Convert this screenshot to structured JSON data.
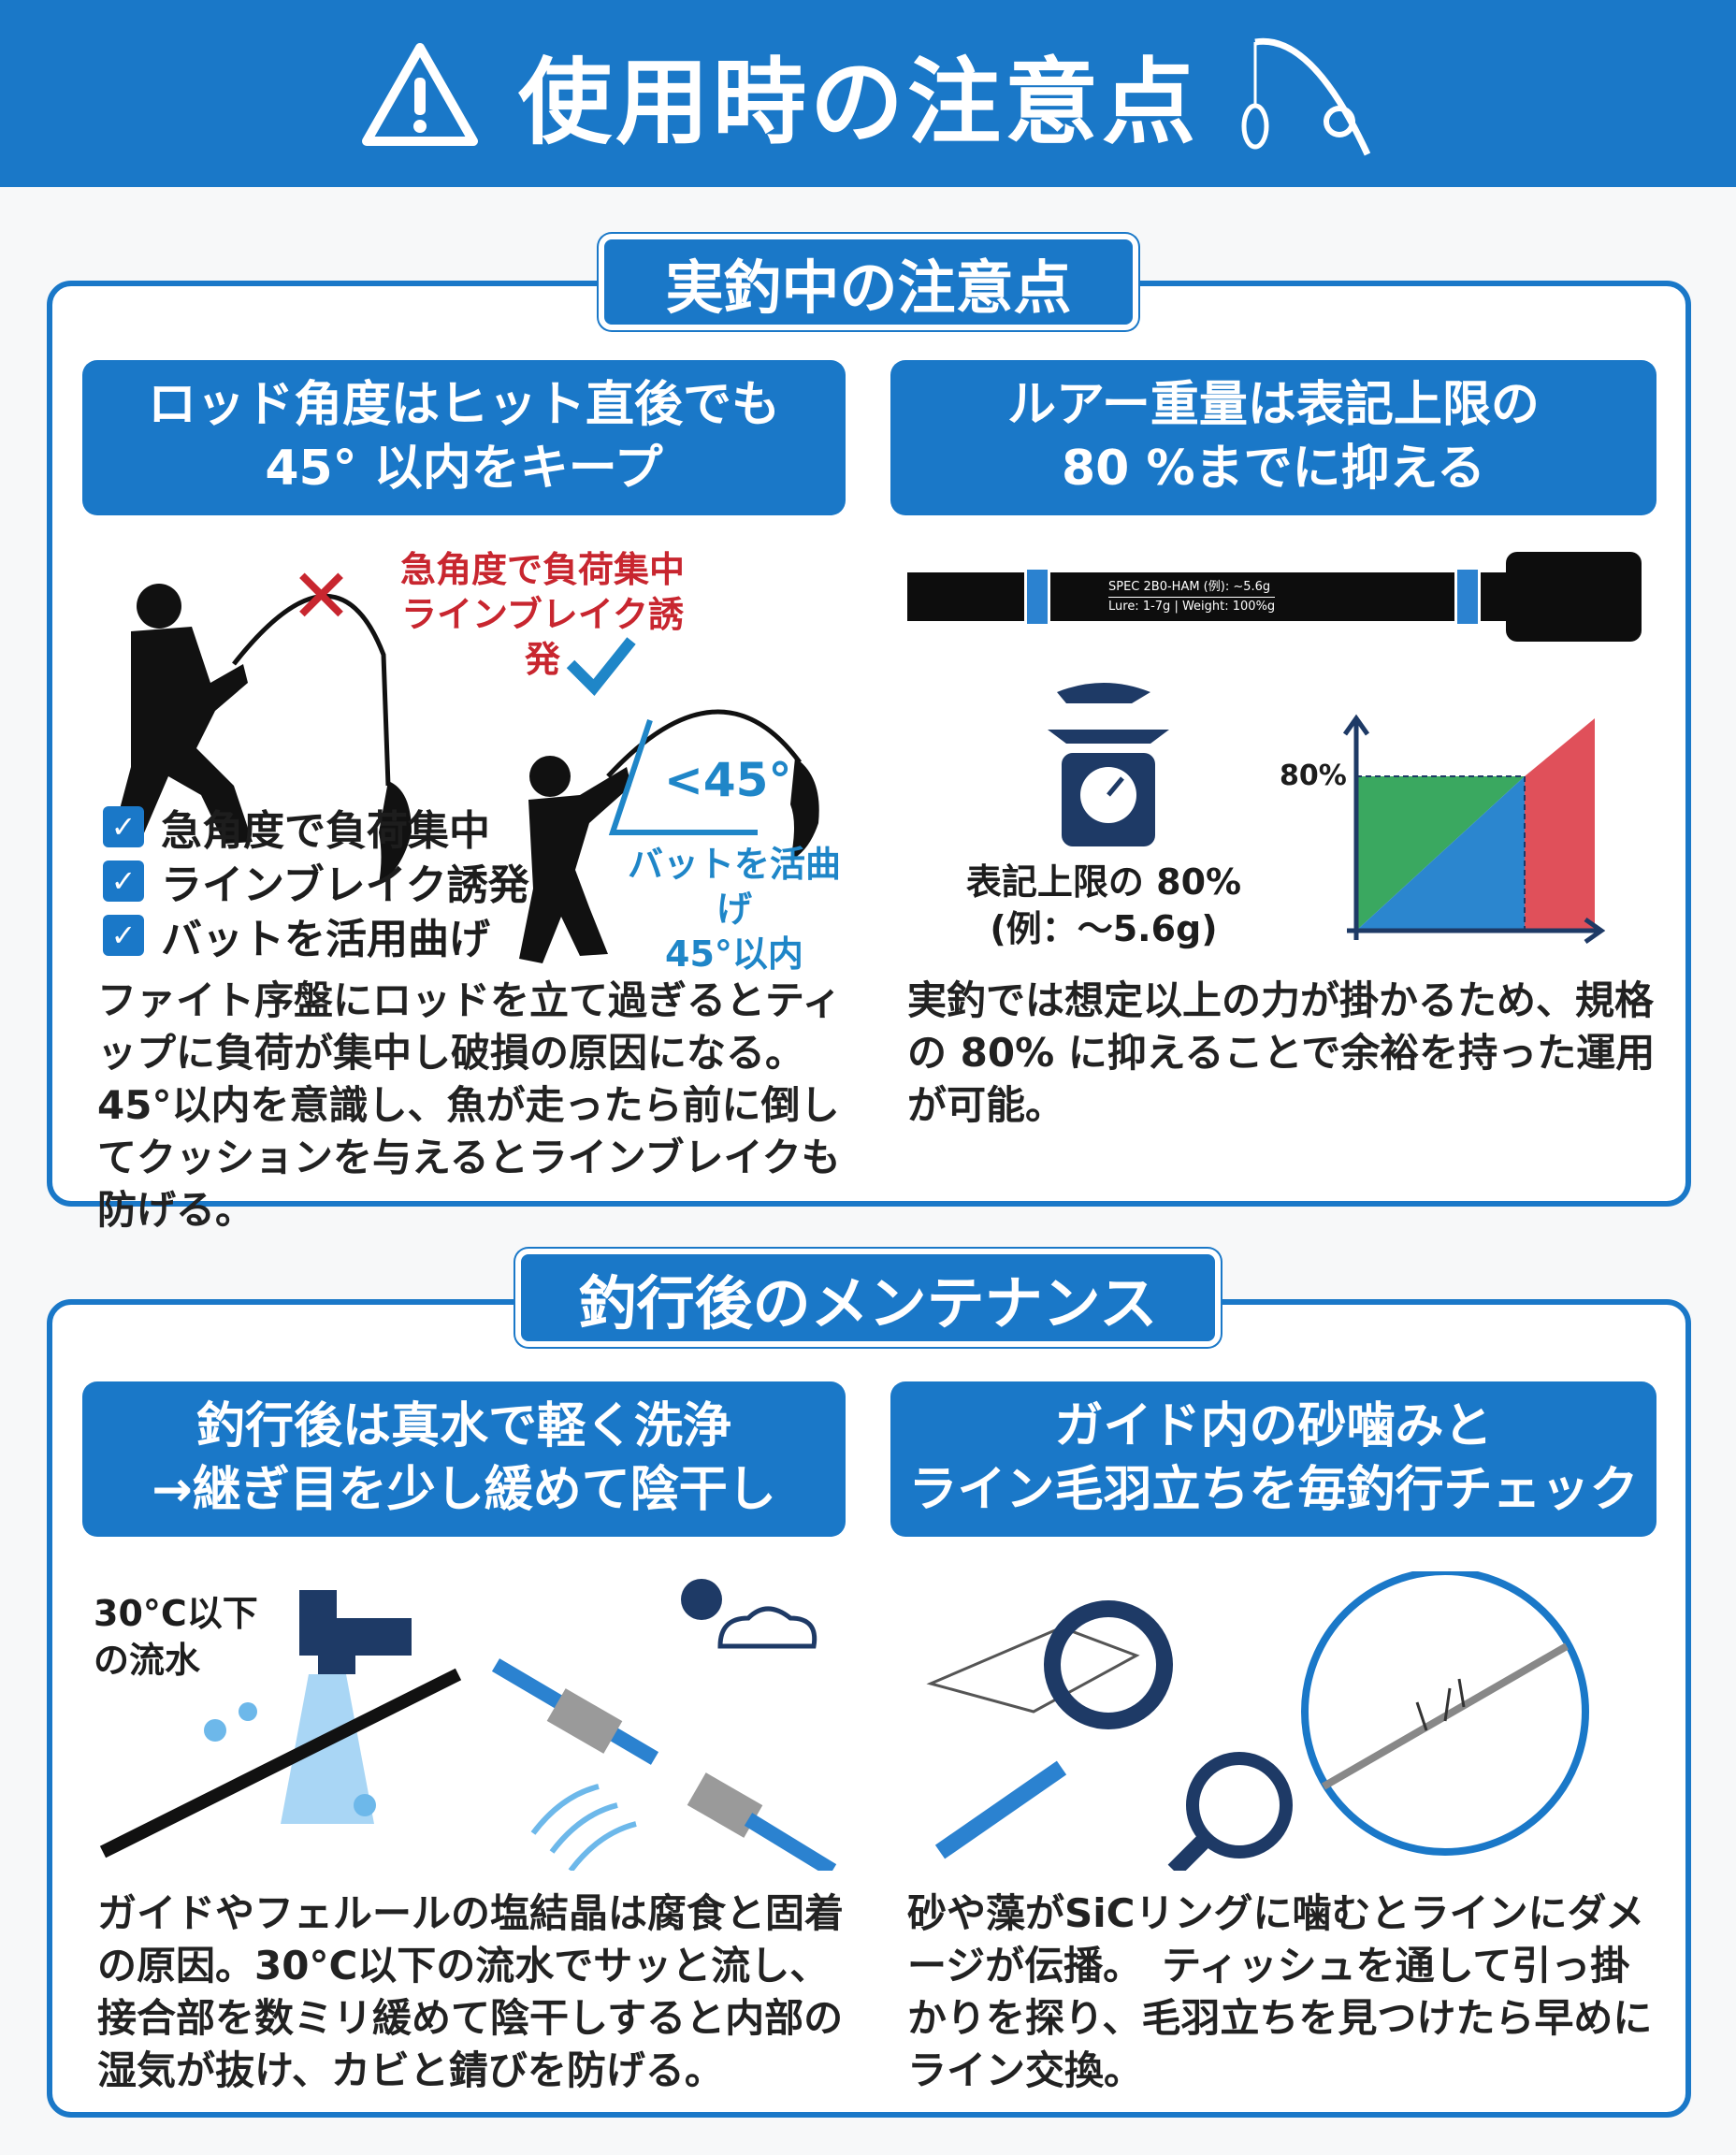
{
  "header": {
    "title": "使用時の注意点",
    "icons": [
      "warning-triangle-icon",
      "fishing-rod-icon"
    ]
  },
  "section1": {
    "title": "実釣中の注意点",
    "left": {
      "heading": "ロッド角度はヒット直後でも\n45° 以内をキープ",
      "bad_label": "急角度で負荷集中\nラインブレイク誘発",
      "angle_label": "<45°",
      "good_label": "バットを活曲げ\n45°以内",
      "checklist": [
        "急角度で負荷集中",
        "ラインブレイク誘発",
        "バットを活用曲げ"
      ],
      "body": "ファイト序盤にロッドを立て過ぎるとティップに負荷が集中し破損の原因になる。45°以内を意識し、魚が走ったら前に倒してクッションを与えるとラインブレイクも防げる。"
    },
    "right": {
      "heading": "ルアー重量は表記上限の\n80 %までに抑える",
      "rod_spec_line1": "SPEC 2B0-HAM (例): ~5.6g",
      "rod_spec_line2": "Lure: 1-7g | Weight: 100%g",
      "scale_label": "表記上限の 80%",
      "scale_example": "(例：～5.6g)",
      "chart_label": "80%",
      "body": "実釣では想定以上の力が掛かるため、規格の 80% に抑えることで余裕を持った運用が可能。"
    }
  },
  "section2": {
    "title": "釣行後のメンテナンス",
    "left": {
      "heading": "釣行後は真水で軽く洗浄\n→継ぎ目を少し緩めて陰干し",
      "water_label": "30°C以下\nの流水",
      "body": "ガイドやフェルールの塩結晶は腐食と固着の原因。30°C以下の流水でサッと流し、接合部を数ミリ緩めて陰干しすると内部の湿気が抜け、カビと錆びを防げる。"
    },
    "right": {
      "heading": "ガイド内の砂噛みと\nライン毛羽立ちを毎釣行チェック",
      "body": "砂や藻がSiCリングに噛むとラインにダメージが伝播。　ティッシュを通して引っ掛かりを探り、毛羽立ちを見つけたら早めにライン交換。"
    }
  },
  "colors": {
    "primary": "#1a78c8",
    "warning": "#c8262f",
    "green": "#3aa860",
    "red": "#e0505a"
  }
}
